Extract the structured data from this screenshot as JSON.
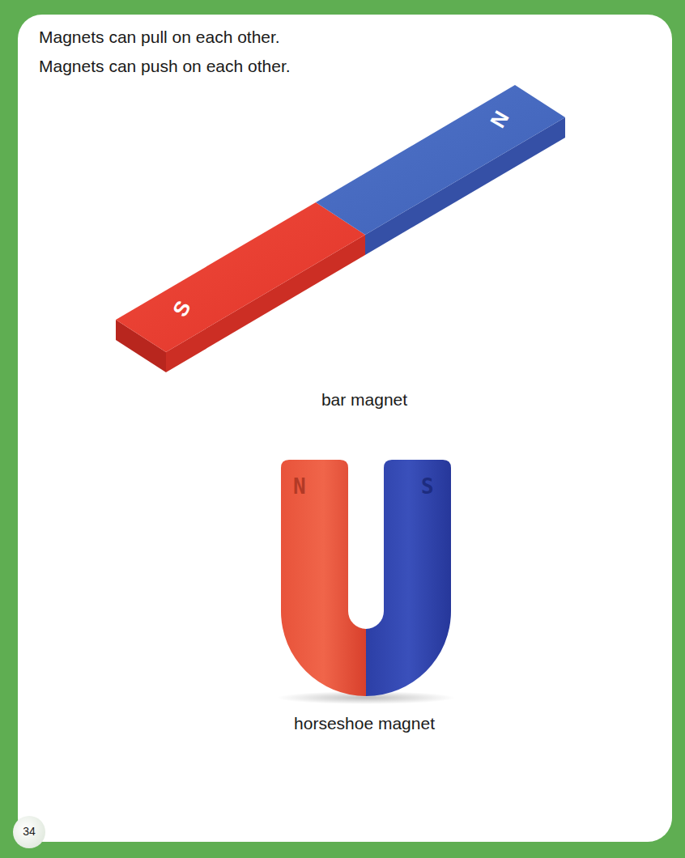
{
  "diagram": {
    "labels": [
      "Magnets can pull on each other.",
      "Magnets can push on each other.",
      "S",
      "N",
      "bar magnet",
      "N",
      "S",
      "horseshoe magnet",
      "34"
    ]
  }
}
